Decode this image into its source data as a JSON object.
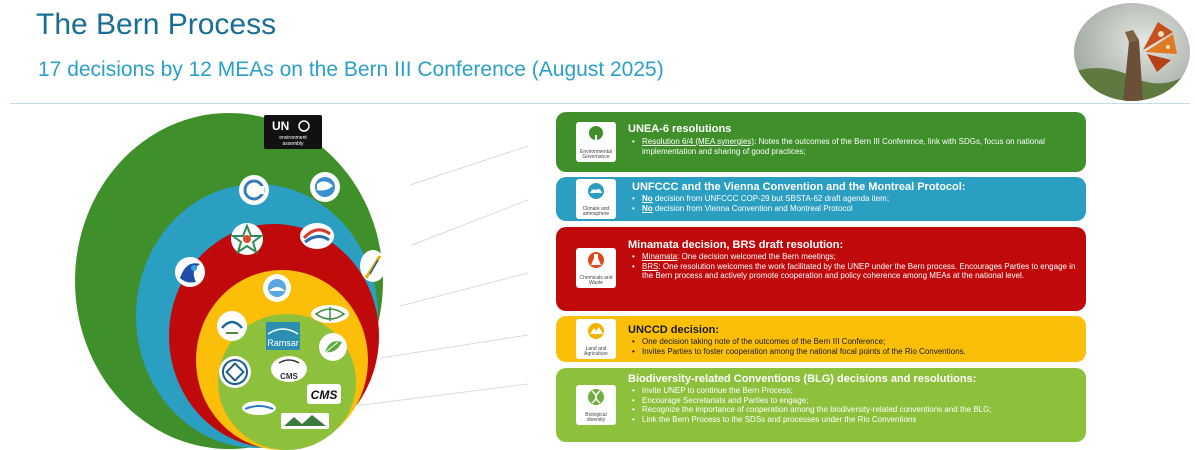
{
  "header": {
    "title": "The Bern Process",
    "subtitle": "17 decisions by 12 MEAs on the Bern III Conference (August 2025)"
  },
  "logos": {
    "unea_line1": "UN",
    "unea_line2": "environment",
    "unea_line3": "assembly",
    "ramsar": "Ramsar",
    "cms": "CMS",
    "cms_black": "CMS"
  },
  "panels": [
    {
      "key": "unea",
      "color": "#3f8f2a",
      "title": "UNEA-6 resolutions",
      "tile_label": "Environmental Governance",
      "icon": "tree-icon",
      "bullets": [
        {
          "lead": "Resolution 6/4 (MEA synergies)",
          "rest": ": Notes the outcomes of the Bern III Conference, link with SDGs, focus on national implementation and sharing of good practices;"
        }
      ]
    },
    {
      "key": "unfccc",
      "color": "#2a9fc1",
      "title": "UNFCCC and the Vienna Convention and the Montreal Protocol:",
      "tile_label": "Climate and atmosphere",
      "icon": "cloud-icon",
      "bullets": [
        {
          "lead": "No",
          "rest": " decision from UNFCCC COP-29 but SBSTA-62 draft agenda item;"
        },
        {
          "lead": "No",
          "rest": " decision from Vienna Convention and Montreal Protocol"
        }
      ]
    },
    {
      "key": "chemicals",
      "color": "#c0090b",
      "title": "Minamata decision, BRS draft resolution:",
      "tile_label": "Chemicals and Waste",
      "icon": "flask-icon",
      "bullets": [
        {
          "lead": "Minamata",
          "rest": ": One decision welcomed the Bern meetings;"
        },
        {
          "lead": "BRS",
          "rest": ": One resolution welcomes the work facilitated by the UNEP under the Bern process. Encourages Parties to engage in the Bern process and actively promote cooperation and policy coherence among MEAs at the national level."
        }
      ]
    },
    {
      "key": "unccd",
      "color": "#fbbf09",
      "title": "UNCCD decision:",
      "tile_label": "Land and Agriculture",
      "icon": "land-icon",
      "bullets": [
        {
          "lead": "",
          "rest": "One decision taking note of the outcomes of the Bern III Conference;"
        },
        {
          "lead": "",
          "rest": "Invites Parties to foster cooperation among the national focal points of the Rio Conventions."
        }
      ]
    },
    {
      "key": "blg",
      "color": "#8dc03b",
      "title": "Biodiversity-related Conventions (BLG) decisions and resolutions:",
      "tile_label": "Biological diversity",
      "icon": "dna-icon",
      "bullets": [
        {
          "lead": "",
          "rest": "Invite UNEP to continue the Bern Process;"
        },
        {
          "lead": "",
          "rest": "Encourage Secretariats and Parties to engage;"
        },
        {
          "lead": "",
          "rest": "Recognize the importance of cooperation among the biodiversity-related conventions and the BLG;"
        },
        {
          "lead": "",
          "rest": "Link the Bern Process to the SDSs and processes under the Rio Conventions"
        }
      ]
    }
  ]
}
